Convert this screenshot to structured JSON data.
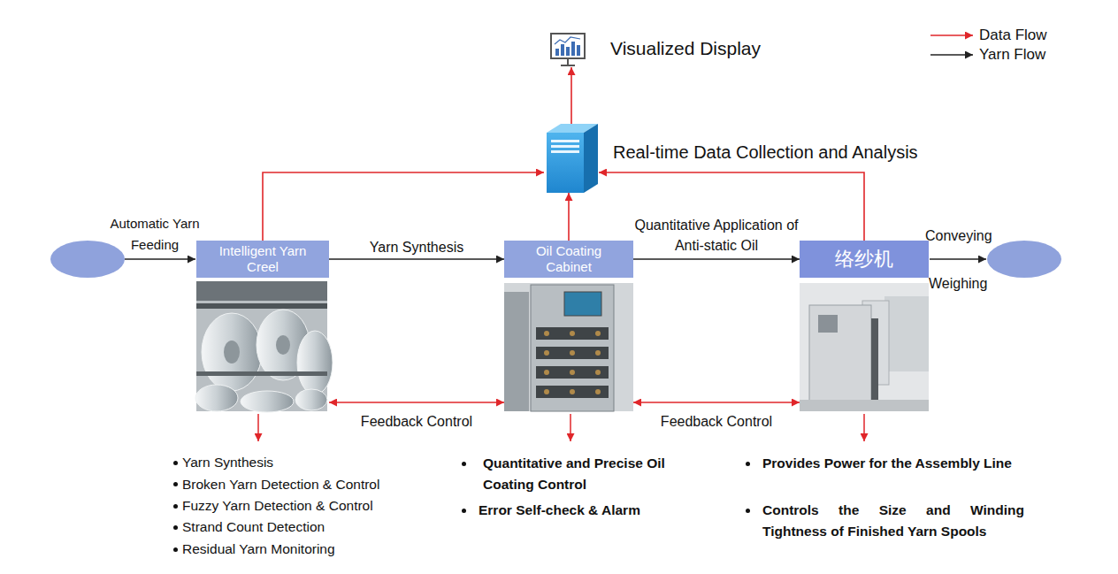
{
  "diagram": {
    "nodes": [
      {
        "text": [
          "Visualized Display"
        ]
      },
      {
        "text": [
          "Real-time Data Collection and Analysis"
        ]
      },
      {
        "text": [
          "Intelligent Yarn Creel"
        ]
      },
      {
        "text": [
          "Oil Coating Cabinet"
        ]
      },
      {
        "text": [
          "络纱机"
        ]
      }
    ],
    "edges": [
      {
        "from": 2,
        "to": 3,
        "arrow": "to",
        "label": "Yarn Synthesis"
      },
      {
        "from": 3,
        "to": 4,
        "arrow": "to",
        "label": "Quantitative Application of Anti-static Oil"
      },
      {
        "from": 2,
        "to": 3,
        "arrow": "both",
        "label": "Feedback Control"
      },
      {
        "from": 3,
        "to": 4,
        "arrow": "both",
        "label": "Feedback Control"
      },
      {
        "from": 2,
        "to": 1,
        "arrow": "to"
      },
      {
        "from": 3,
        "to": 1,
        "arrow": "to"
      },
      {
        "from": 4,
        "to": 1,
        "arrow": "to"
      },
      {
        "from": 1,
        "to": 0,
        "arrow": "to"
      }
    ],
    "labels": [
      "Automatic Yarn Feeding",
      "Conveying",
      "Weighing",
      "Yarn Synthesis",
      "Broken Yarn Detection & Control",
      "Fuzzy Yarn Detection & Control",
      "Strand Count Detection",
      "Residual Yarn Monitoring",
      "Quantitative and Precise Oil Coating Control",
      "Error Self-check & Alarm",
      "Provides Power for the Assembly Line",
      "Controls the Size and Winding Tightness of Finished Yarn Spools"
    ],
    "legend": [
      {
        "text": "Data Flow"
      },
      {
        "text": "Yarn Flow"
      }
    ]
  }
}
